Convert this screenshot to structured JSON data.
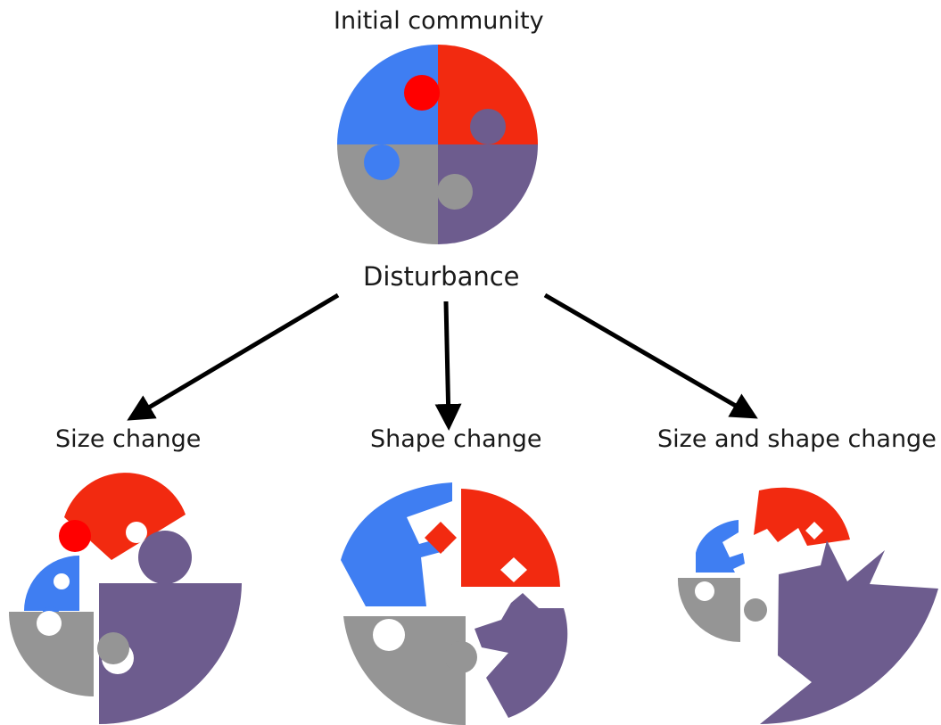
{
  "labels": {
    "top": "Initial community",
    "center": "Disturbance",
    "outcome_1": "Size change",
    "outcome_2": "Shape change",
    "outcome_3": "Size and shape change"
  },
  "colors": {
    "blue": "#3f7ef2",
    "red": "#f22a10",
    "gray": "#959595",
    "purple": "#6d5c8e",
    "bright_red": "#ff0000",
    "arrow": "#000000"
  }
}
